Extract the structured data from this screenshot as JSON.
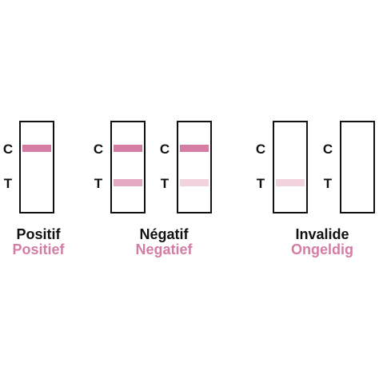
{
  "colors": {
    "outline": "#111111",
    "band_strong": "#d47ca4",
    "band_medium": "#e5a9c3",
    "band_faint": "#f1d3de",
    "caption_primary": "#111111",
    "caption_secondary": "#d47ca4"
  },
  "strip_labels": {
    "control": "C",
    "test": "T"
  },
  "groups": [
    {
      "title": "Positif",
      "subtitle": "Positief"
    },
    {
      "title": "Négatif",
      "subtitle": "Negatief"
    },
    {
      "title": "Invalide",
      "subtitle": "Ongeldig"
    }
  ],
  "strips": [
    {
      "group": 0,
      "control_band": "strong",
      "test_band": "none"
    },
    {
      "group": 1,
      "control_band": "strong",
      "test_band": "medium"
    },
    {
      "group": 1,
      "control_band": "strong",
      "test_band": "faint"
    },
    {
      "group": 2,
      "control_band": "none",
      "test_band": "faint"
    },
    {
      "group": 2,
      "control_band": "none",
      "test_band": "none"
    }
  ]
}
